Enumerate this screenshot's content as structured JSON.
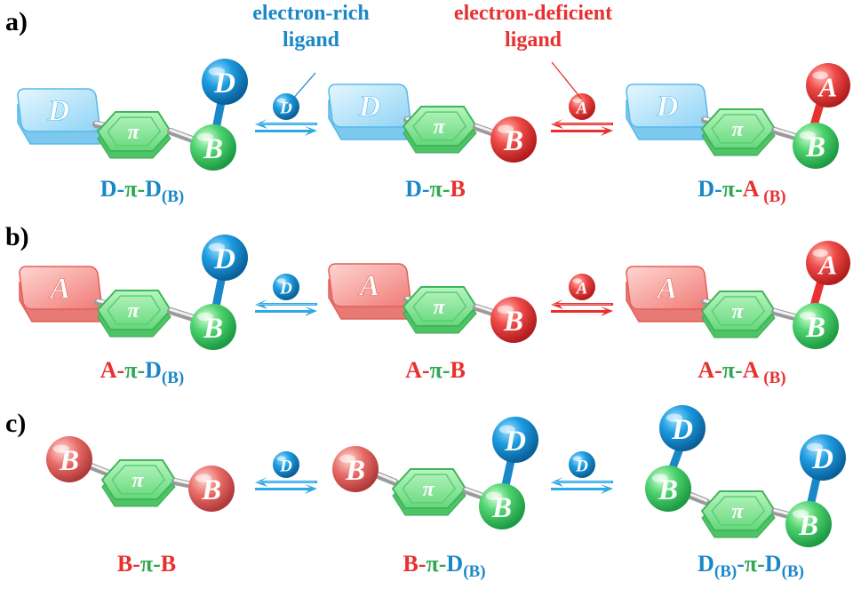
{
  "colors": {
    "donor": "#1a88c8",
    "acceptor": "#e8302f",
    "pi": "#2ea84f",
    "boron": "#3fcf6a",
    "arrow_blue": "#2fa9e6",
    "arrow_red": "#e8302f"
  },
  "panels": {
    "a": {
      "letter": "a)",
      "ligand_rich": [
        "electron-rich",
        "ligand"
      ],
      "ligand_deficient": [
        "electron-deficient",
        "ligand"
      ]
    },
    "b": {
      "letter": "b)"
    },
    "c": {
      "letter": "c)"
    }
  },
  "glyphs": {
    "D": "D",
    "A": "A",
    "B": "B",
    "pi": "π"
  },
  "labels": {
    "a1": [
      {
        "t": "D",
        "c": "donor"
      },
      {
        "t": "-",
        "c": "donor"
      },
      {
        "t": "π",
        "c": "pi"
      },
      {
        "t": "-",
        "c": "pi"
      },
      {
        "t": "D",
        "c": "donor"
      },
      {
        "t": "(B)",
        "c": "donor",
        "sub": true
      }
    ],
    "a2": [
      {
        "t": "D",
        "c": "donor"
      },
      {
        "t": "-",
        "c": "donor"
      },
      {
        "t": "π",
        "c": "pi"
      },
      {
        "t": "-",
        "c": "pi"
      },
      {
        "t": "B",
        "c": "acceptor"
      }
    ],
    "a3": [
      {
        "t": "D",
        "c": "donor"
      },
      {
        "t": "-",
        "c": "donor"
      },
      {
        "t": "π",
        "c": "pi"
      },
      {
        "t": "-",
        "c": "pi"
      },
      {
        "t": "A",
        "c": "acceptor"
      },
      {
        "t": " (B)",
        "c": "acceptor",
        "sub": true
      }
    ],
    "b1": [
      {
        "t": "A",
        "c": "acceptor"
      },
      {
        "t": "-",
        "c": "acceptor"
      },
      {
        "t": "π",
        "c": "pi"
      },
      {
        "t": "-",
        "c": "pi"
      },
      {
        "t": "D",
        "c": "donor"
      },
      {
        "t": "(B)",
        "c": "donor",
        "sub": true
      }
    ],
    "b2": [
      {
        "t": "A",
        "c": "acceptor"
      },
      {
        "t": "-",
        "c": "acceptor"
      },
      {
        "t": "π",
        "c": "pi"
      },
      {
        "t": "-",
        "c": "pi"
      },
      {
        "t": "B",
        "c": "acceptor"
      }
    ],
    "b3": [
      {
        "t": "A",
        "c": "acceptor"
      },
      {
        "t": "-",
        "c": "acceptor"
      },
      {
        "t": "π",
        "c": "pi"
      },
      {
        "t": "-",
        "c": "pi"
      },
      {
        "t": "A",
        "c": "acceptor"
      },
      {
        "t": " (B)",
        "c": "acceptor",
        "sub": true
      }
    ],
    "c1": [
      {
        "t": "B",
        "c": "acceptor"
      },
      {
        "t": "-",
        "c": "acceptor"
      },
      {
        "t": "π",
        "c": "pi"
      },
      {
        "t": "-",
        "c": "pi"
      },
      {
        "t": "B",
        "c": "acceptor"
      }
    ],
    "c2": [
      {
        "t": "B",
        "c": "acceptor"
      },
      {
        "t": "-",
        "c": "acceptor"
      },
      {
        "t": "π",
        "c": "pi"
      },
      {
        "t": "-",
        "c": "pi"
      },
      {
        "t": "D",
        "c": "donor"
      },
      {
        "t": "(B)",
        "c": "donor",
        "sub": true
      }
    ],
    "c3": [
      {
        "t": "D",
        "c": "donor"
      },
      {
        "t": "(B)",
        "c": "donor",
        "sub": true
      },
      {
        "t": "-",
        "c": "donor"
      },
      {
        "t": "π",
        "c": "pi"
      },
      {
        "t": "-",
        "c": "pi"
      },
      {
        "t": "D",
        "c": "donor"
      },
      {
        "t": "(B)",
        "c": "donor",
        "sub": true
      }
    ]
  }
}
